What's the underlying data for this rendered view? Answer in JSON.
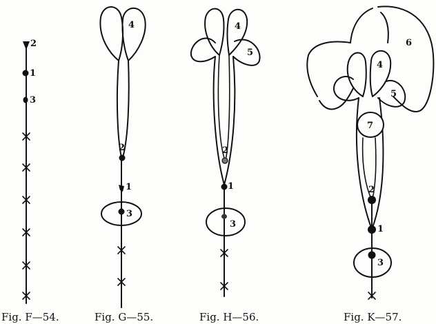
{
  "figures": [
    {
      "caption": "Fig. F—54.",
      "labels": {
        "n2": "2",
        "n1": "1",
        "n3": "3"
      }
    },
    {
      "caption": "Fig. G—55.",
      "labels": {
        "n4": "4",
        "n2": "2",
        "n1": "1",
        "n3": "3"
      }
    },
    {
      "caption": "Fig. H—56.",
      "labels": {
        "n4": "4",
        "n5": "5",
        "n2": "2",
        "n1": "1",
        "n3": "3"
      }
    },
    {
      "caption": "Fig. K—57.",
      "labels": {
        "n6": "6",
        "n4": "4",
        "n5": "5",
        "n7": "7",
        "n2": "2",
        "n1": "1",
        "n3": "3"
      }
    }
  ]
}
